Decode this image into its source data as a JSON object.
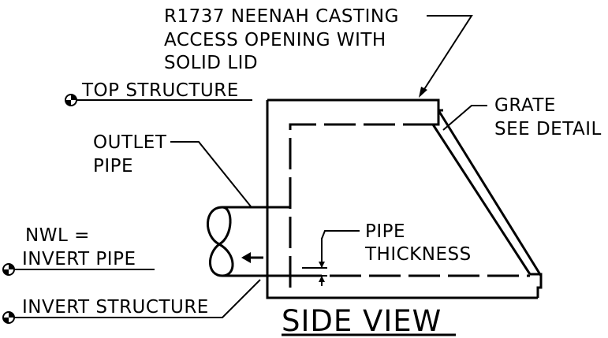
{
  "labels": {
    "casting_line1": "R1737 NEENAH CASTING",
    "casting_line2": "ACCESS OPENING WITH",
    "casting_line3": "SOLID LID",
    "top_structure": "TOP STRUCTURE",
    "grate_line1": "GRATE",
    "grate_line2": "SEE DETAIL",
    "outlet_line1": "OUTLET",
    "outlet_line2": "PIPE",
    "nwl_line1": "NWL =",
    "nwl_line2": "INVERT PIPE",
    "pipe_line1": "PIPE",
    "pipe_line2": "THICKNESS",
    "invert_structure": "INVERT STRUCTURE",
    "title": "SIDE VIEW"
  },
  "colors": {
    "ink": "#000000",
    "background": "#ffffff"
  }
}
